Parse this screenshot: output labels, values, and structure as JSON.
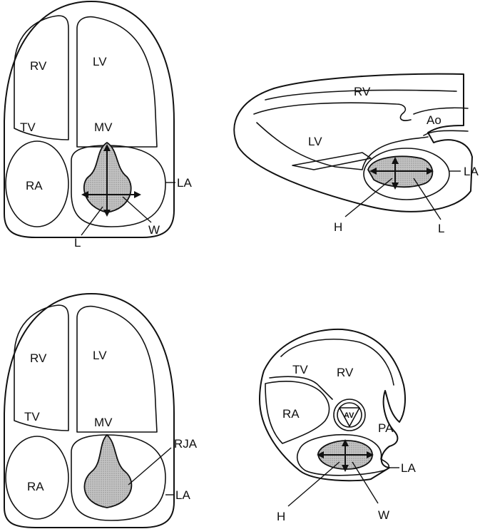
{
  "diagram": {
    "panel_a": {
      "rv": "RV",
      "lv": "LV",
      "tv": "TV",
      "mv": "MV",
      "ra": "RA",
      "la": "LA",
      "l": "L",
      "w": "W"
    },
    "panel_b": {
      "rv": "RV",
      "ao": "Ao",
      "lv": "LV",
      "la": "LA",
      "h": "H",
      "l": "L"
    },
    "panel_c": {
      "rv": "RV",
      "lv": "LV",
      "tv": "TV",
      "mv": "MV",
      "ra": "RA",
      "rja": "RJA",
      "la": "LA"
    },
    "panel_d": {
      "tv": "TV",
      "rv": "RV",
      "ra": "RA",
      "av": "AV",
      "pa": "PA",
      "la": "LA",
      "h": "H",
      "w": "W"
    },
    "colors": {
      "jet_fill": "#bdbdbd",
      "line": "#111111",
      "background": "#ffffff"
    }
  }
}
